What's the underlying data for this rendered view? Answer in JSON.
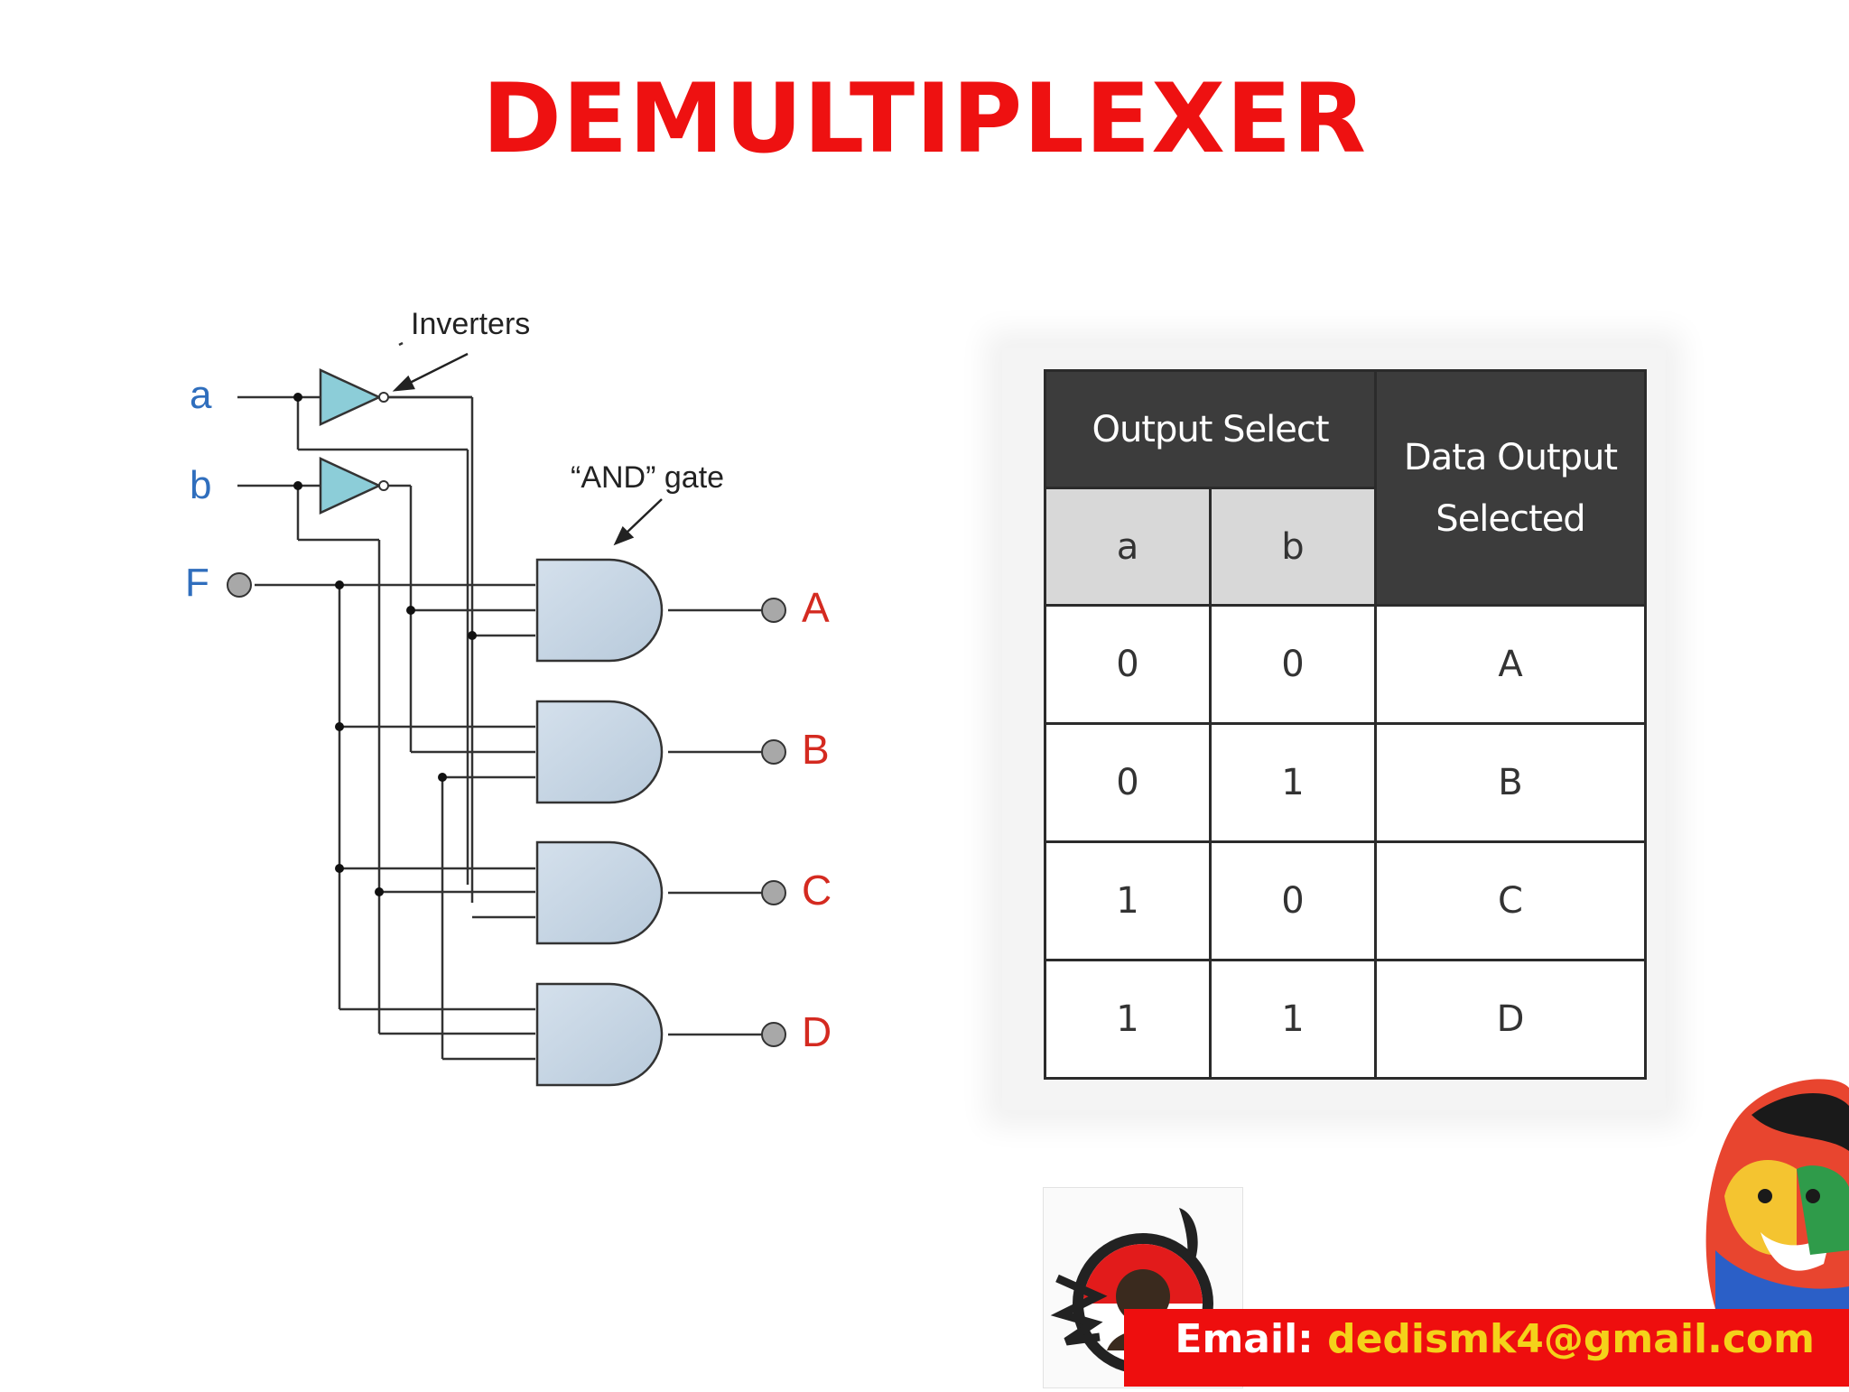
{
  "title": "DEMULTIPLEXER",
  "diagram": {
    "annotations": {
      "inverters": "Inverters",
      "and_gate": "“AND” gate"
    },
    "inputs": {
      "a": "a",
      "b": "b",
      "f": "F"
    },
    "outputs": [
      "A",
      "B",
      "C",
      "D"
    ],
    "colors": {
      "input_label": "#2f6ebd",
      "output_label": "#d42a20",
      "inverter_fill": "#8ccdd8",
      "gate_fill": "#c7d7e6"
    }
  },
  "truth_table": {
    "header_group": "Output Select",
    "header_output_line1": "Data Output",
    "header_output_line2": "Selected",
    "col_a": "a",
    "col_b": "b",
    "rows": [
      {
        "a": "0",
        "b": "0",
        "out": "A"
      },
      {
        "a": "0",
        "b": "1",
        "out": "B"
      },
      {
        "a": "1",
        "b": "0",
        "out": "C"
      },
      {
        "a": "1",
        "b": "1",
        "out": "D"
      }
    ]
  },
  "footer": {
    "email_label": "Email:",
    "email_address": "dedismk4@gmail.com"
  },
  "colors": {
    "title": "#ee1111",
    "footer_bar": "#ee0e0e",
    "email_address": "#f4d21a"
  }
}
